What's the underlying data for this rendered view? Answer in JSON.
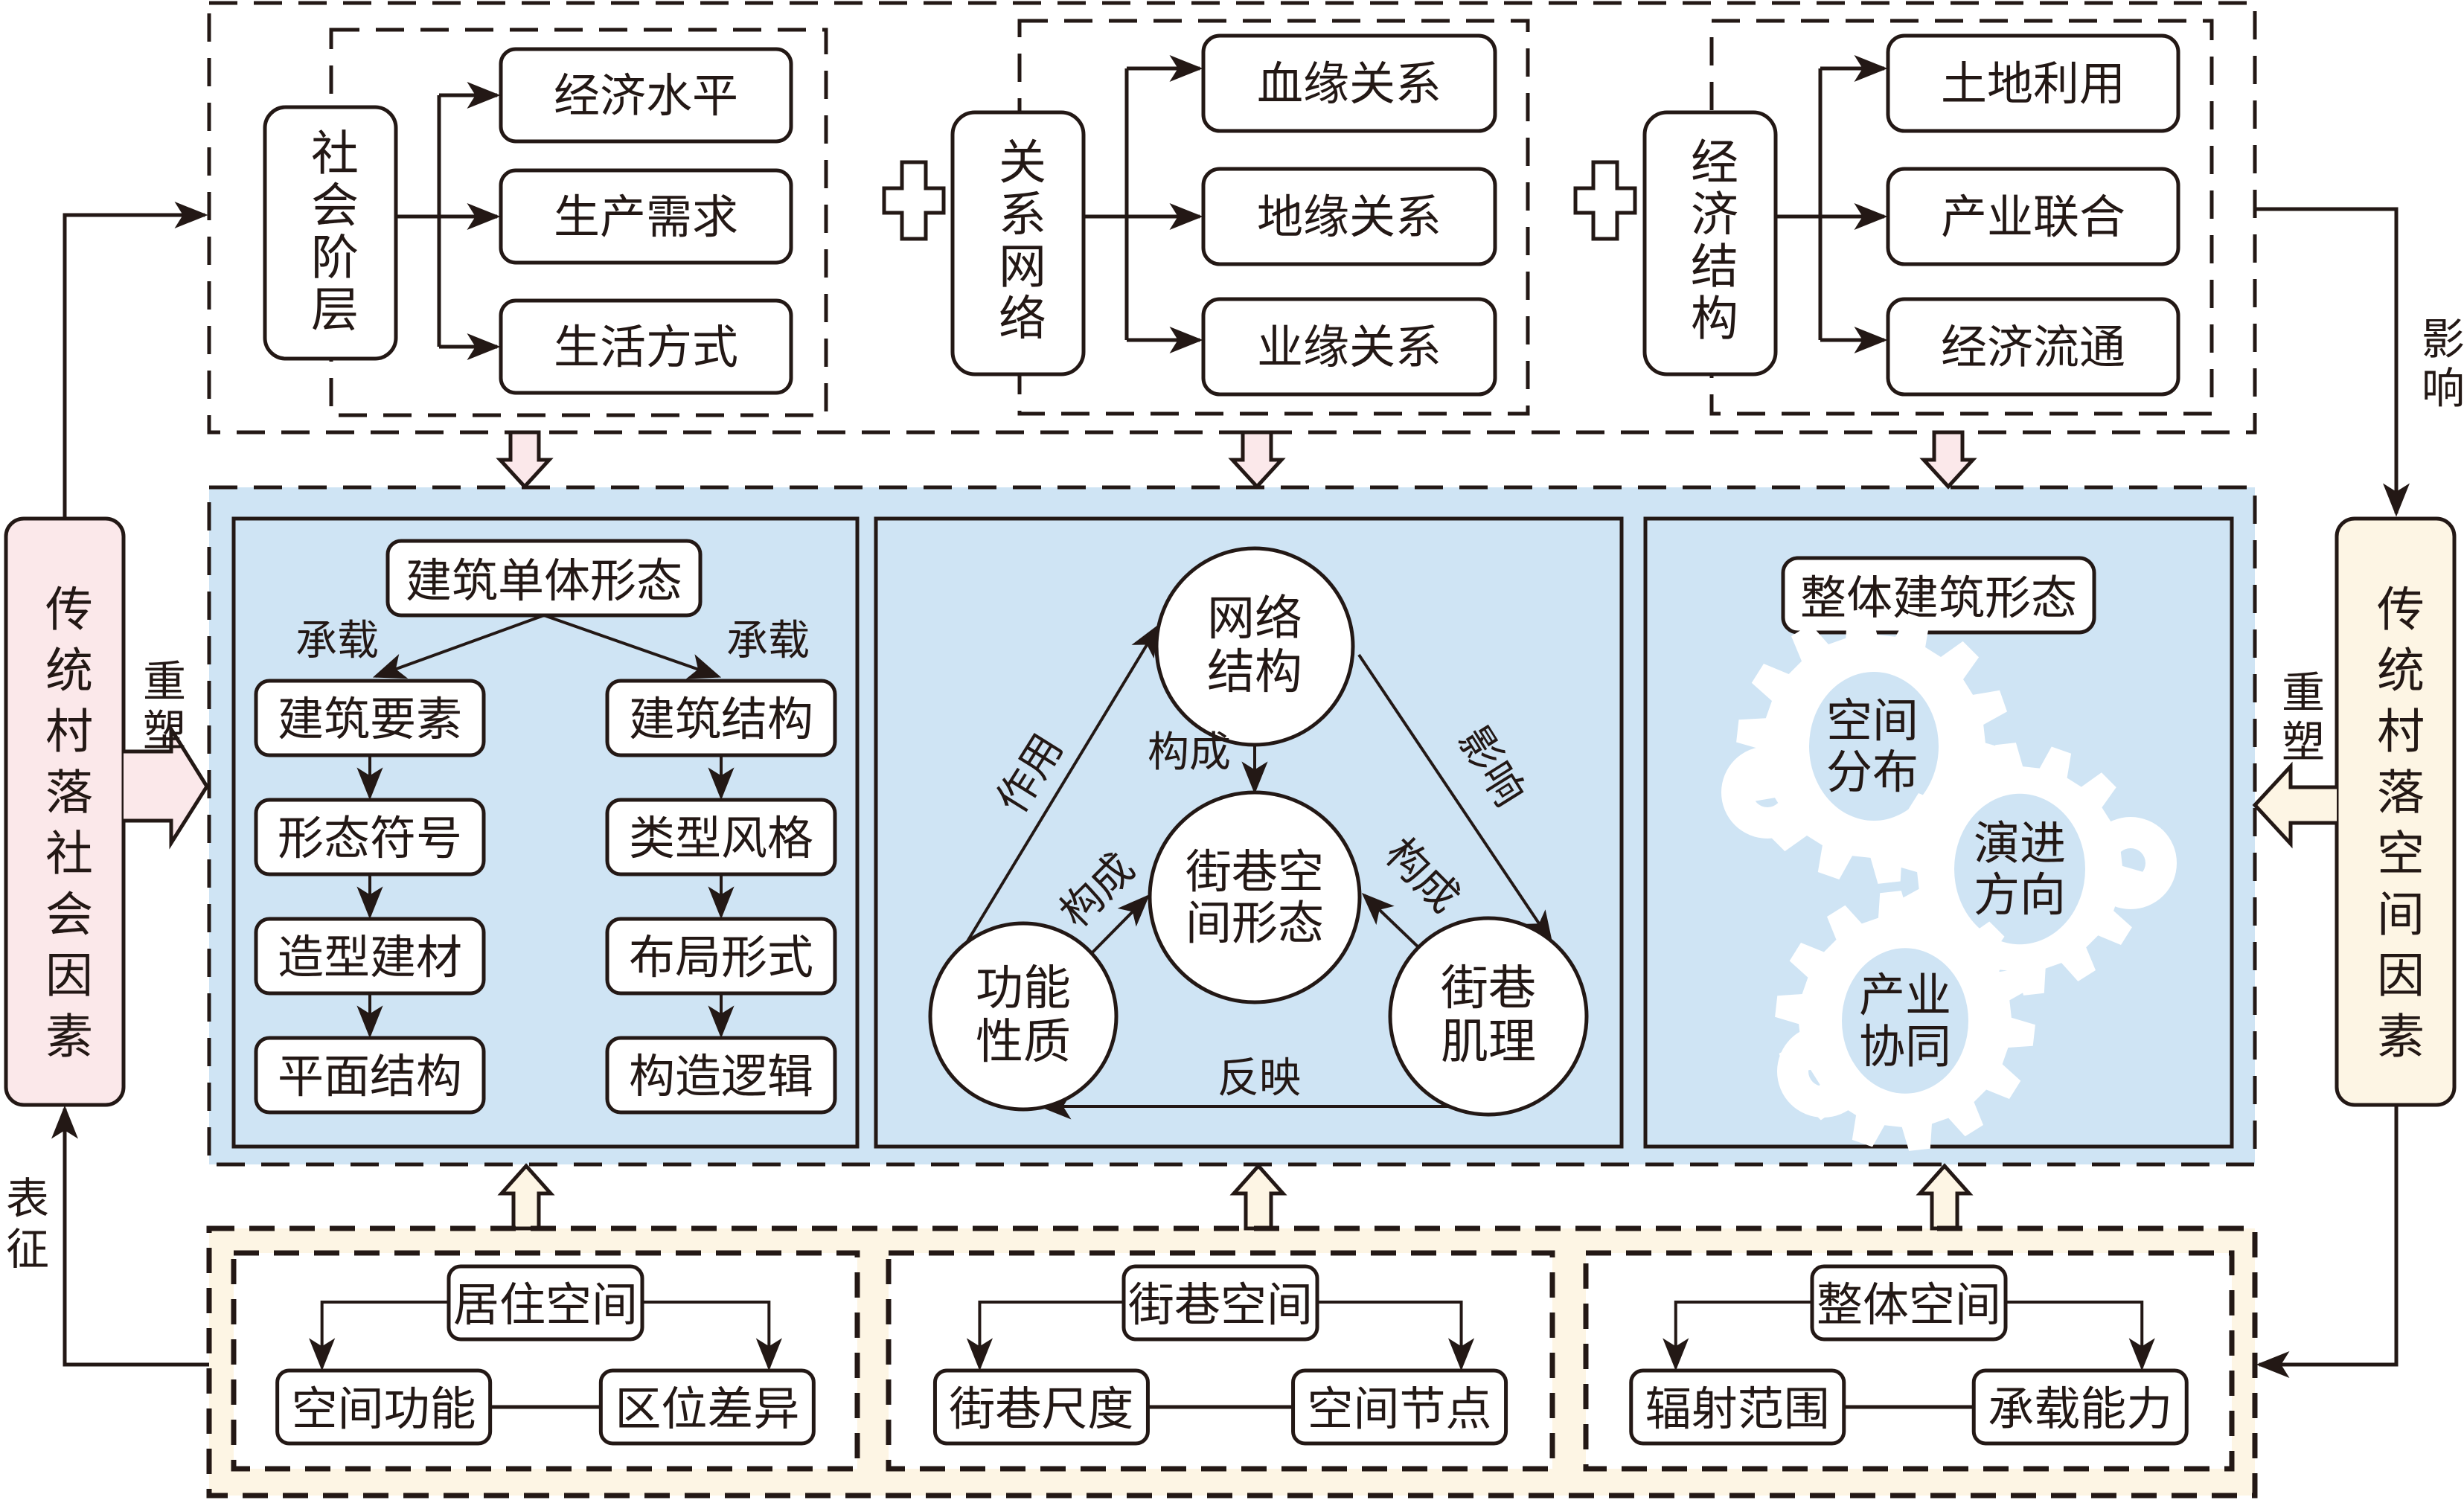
{
  "colors": {
    "ink": "#231815",
    "blue_fill": "#cfe4f4",
    "pink_fill": "#fbe8ea",
    "cream_fill": "#fdf5e4",
    "white": "#ffffff"
  },
  "top": {
    "groups": [
      {
        "title": "社会阶层",
        "items": [
          "经济水平",
          "生产需求",
          "生活方式"
        ]
      },
      {
        "title": "关系网络",
        "items": [
          "血缘关系",
          "地缘关系",
          "业缘关系"
        ]
      },
      {
        "title": "经济结构",
        "items": [
          "土地利用",
          "产业联合",
          "经济流通"
        ]
      }
    ],
    "plus_icon": "plus-icon"
  },
  "left_pillar": {
    "label": "传统村落社会因素",
    "arrow_label": "重塑",
    "bottom_label": "表征"
  },
  "right_pillar": {
    "label": "传统村落空间因素",
    "arrow_label": "重塑",
    "top_label": "影响"
  },
  "middle": {
    "panel1": {
      "title": "建筑单体形态",
      "edge_left": "承载",
      "edge_right": "承载",
      "left_chain": [
        "建筑要素",
        "形态符号",
        "造型建材",
        "平面结构"
      ],
      "right_chain": [
        "建筑结构",
        "类型风格",
        "布局形式",
        "构造逻辑"
      ]
    },
    "panel2": {
      "nodes": {
        "top": "网络结构",
        "center": "街巷空间形态",
        "left": "功能性质",
        "right": "街巷肌理"
      },
      "edges": {
        "left_to_top": "作用",
        "top_to_right": "影响",
        "top_to_center": "构成",
        "left_to_center": "构成",
        "right_to_center": "构成",
        "right_to_left": "反映"
      }
    },
    "panel3": {
      "title": "整体建筑形态",
      "gears": [
        "空间分布",
        "演进方向",
        "产业协同"
      ]
    }
  },
  "bottom": {
    "groups": [
      {
        "title": "居住空间",
        "left": "空间功能",
        "right": "区位差异"
      },
      {
        "title": "街巷空间",
        "left": "街巷尺度",
        "right": "空间节点"
      },
      {
        "title": "整体空间",
        "left": "辐射范围",
        "right": "承载能力"
      }
    ]
  }
}
